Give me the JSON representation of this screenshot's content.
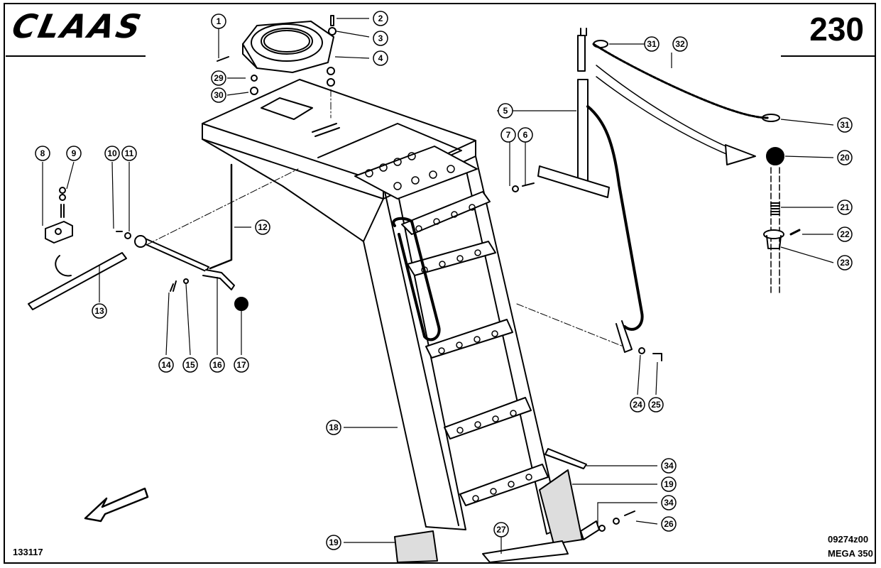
{
  "header": {
    "brand": "CLAAS",
    "page_number": "230"
  },
  "footer": {
    "left_code": "133117",
    "drawing_code": "09274z00",
    "model": "MEGA 350"
  },
  "colors": {
    "ink": "#000000",
    "paper": "#ffffff"
  },
  "callouts": [
    {
      "id": "c1",
      "label": "1"
    },
    {
      "id": "c2",
      "label": "2"
    },
    {
      "id": "c3",
      "label": "3"
    },
    {
      "id": "c4",
      "label": "4"
    },
    {
      "id": "c5",
      "label": "5"
    },
    {
      "id": "c6",
      "label": "6"
    },
    {
      "id": "c7",
      "label": "7"
    },
    {
      "id": "c8",
      "label": "8"
    },
    {
      "id": "c9",
      "label": "9"
    },
    {
      "id": "c10",
      "label": "10"
    },
    {
      "id": "c11",
      "label": "11"
    },
    {
      "id": "c12",
      "label": "12"
    },
    {
      "id": "c13",
      "label": "13"
    },
    {
      "id": "c14",
      "label": "14"
    },
    {
      "id": "c15",
      "label": "15"
    },
    {
      "id": "c16",
      "label": "16"
    },
    {
      "id": "c17",
      "label": "17"
    },
    {
      "id": "c18",
      "label": "18"
    },
    {
      "id": "c19a",
      "label": "19"
    },
    {
      "id": "c19b",
      "label": "19"
    },
    {
      "id": "c20",
      "label": "20"
    },
    {
      "id": "c21",
      "label": "21"
    },
    {
      "id": "c22",
      "label": "22"
    },
    {
      "id": "c23",
      "label": "23"
    },
    {
      "id": "c24",
      "label": "24"
    },
    {
      "id": "c25",
      "label": "25"
    },
    {
      "id": "c26",
      "label": "26"
    },
    {
      "id": "c27",
      "label": "27"
    },
    {
      "id": "c29",
      "label": "29"
    },
    {
      "id": "c30",
      "label": "30"
    },
    {
      "id": "c31a",
      "label": "31"
    },
    {
      "id": "c31b",
      "label": "31"
    },
    {
      "id": "c32",
      "label": "32"
    },
    {
      "id": "c34a",
      "label": "34"
    },
    {
      "id": "c34b",
      "label": "34"
    }
  ]
}
